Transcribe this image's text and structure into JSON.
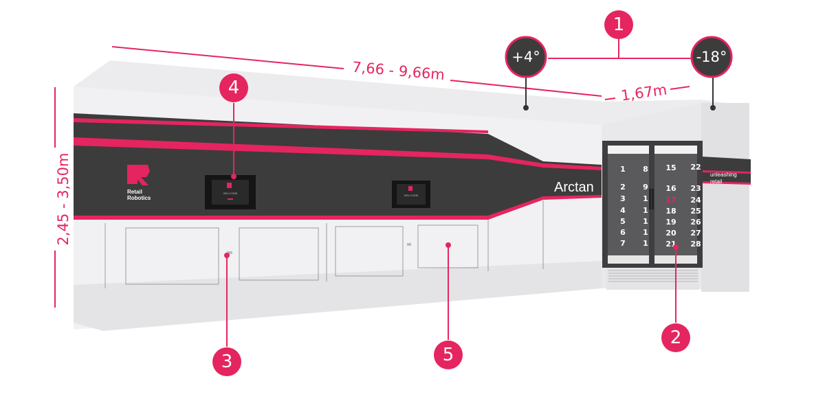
{
  "dimensions": {
    "length": "7,66 - 9,66m",
    "side": "1,67m",
    "height": "2,45 - 3,50m"
  },
  "temperatures": {
    "ambient": "+4°",
    "frozen": "-18°"
  },
  "markers": {
    "m1": "1",
    "m2": "2",
    "m3": "3",
    "m4": "4",
    "m5": "5"
  },
  "branding": {
    "logo_line1": "Retail",
    "logo_line2": "Robotics",
    "product_name": "Arctan",
    "slogan_line1": "unleashing",
    "slogan_line2": "retail"
  },
  "screen": {
    "welcome": "WELCOME"
  },
  "freezer": {
    "left_col": [
      "1",
      "2",
      "3",
      "4",
      "5",
      "6",
      "7"
    ],
    "left_col2": [
      "8",
      "9",
      "1",
      "1",
      "1",
      "1",
      "1"
    ],
    "right_col": [
      "15",
      "16",
      "17",
      "18",
      "19",
      "20",
      "21"
    ],
    "right_col2": [
      "22",
      "23",
      "24",
      "25",
      "26",
      "27",
      "28"
    ],
    "highlight": "17"
  },
  "colors": {
    "accent": "#e5255f",
    "dark": "#3c3c3c"
  }
}
